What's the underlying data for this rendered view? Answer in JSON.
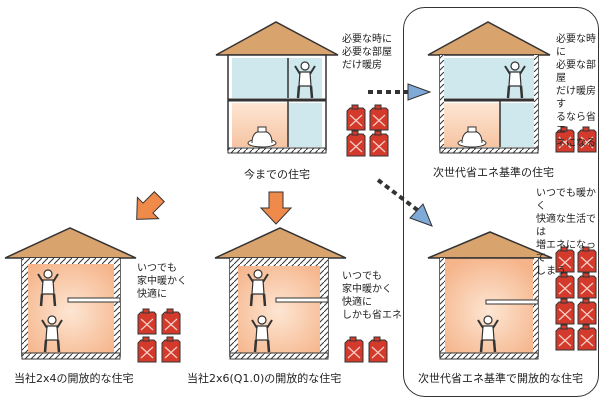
{
  "colors": {
    "roof": "#d9a36e",
    "outline": "#333333",
    "warm": "#f7c9a6",
    "cool": "#cfe8ee",
    "can": "#d43a2c",
    "arrow_orange": "#f08a4b",
    "arrow_blue": "#7fa9d6"
  },
  "houses": {
    "current": {
      "caption": "今までの住宅",
      "note": "必要な時に\n必要な部屋\nだけ暖房"
    },
    "next_gen": {
      "caption": "次世代省エネ基準の住宅",
      "note": "必要な時に\n必要な部屋\nだけ暖房す\nるなら省エ\nネになる"
    },
    "ours_2x4": {
      "caption": "当社2x4の開放的な住宅",
      "note": "いつでも\n家中暖かく\n快適に"
    },
    "ours_2x6": {
      "caption": "当社2x6(Q1.0)の開放的な住宅",
      "note": "いつでも\n家中暖かく\n快適に\nしかも省エネ"
    },
    "next_gen_open": {
      "caption": "次世代省エネ基準で開放的な住宅",
      "note": "いつでも暖かく\n快適な生活では\n増エネになって\nしまう"
    }
  },
  "icons": [
    "fuel-can-icon",
    "heater-icon",
    "person-icon",
    "arrow-icon"
  ]
}
